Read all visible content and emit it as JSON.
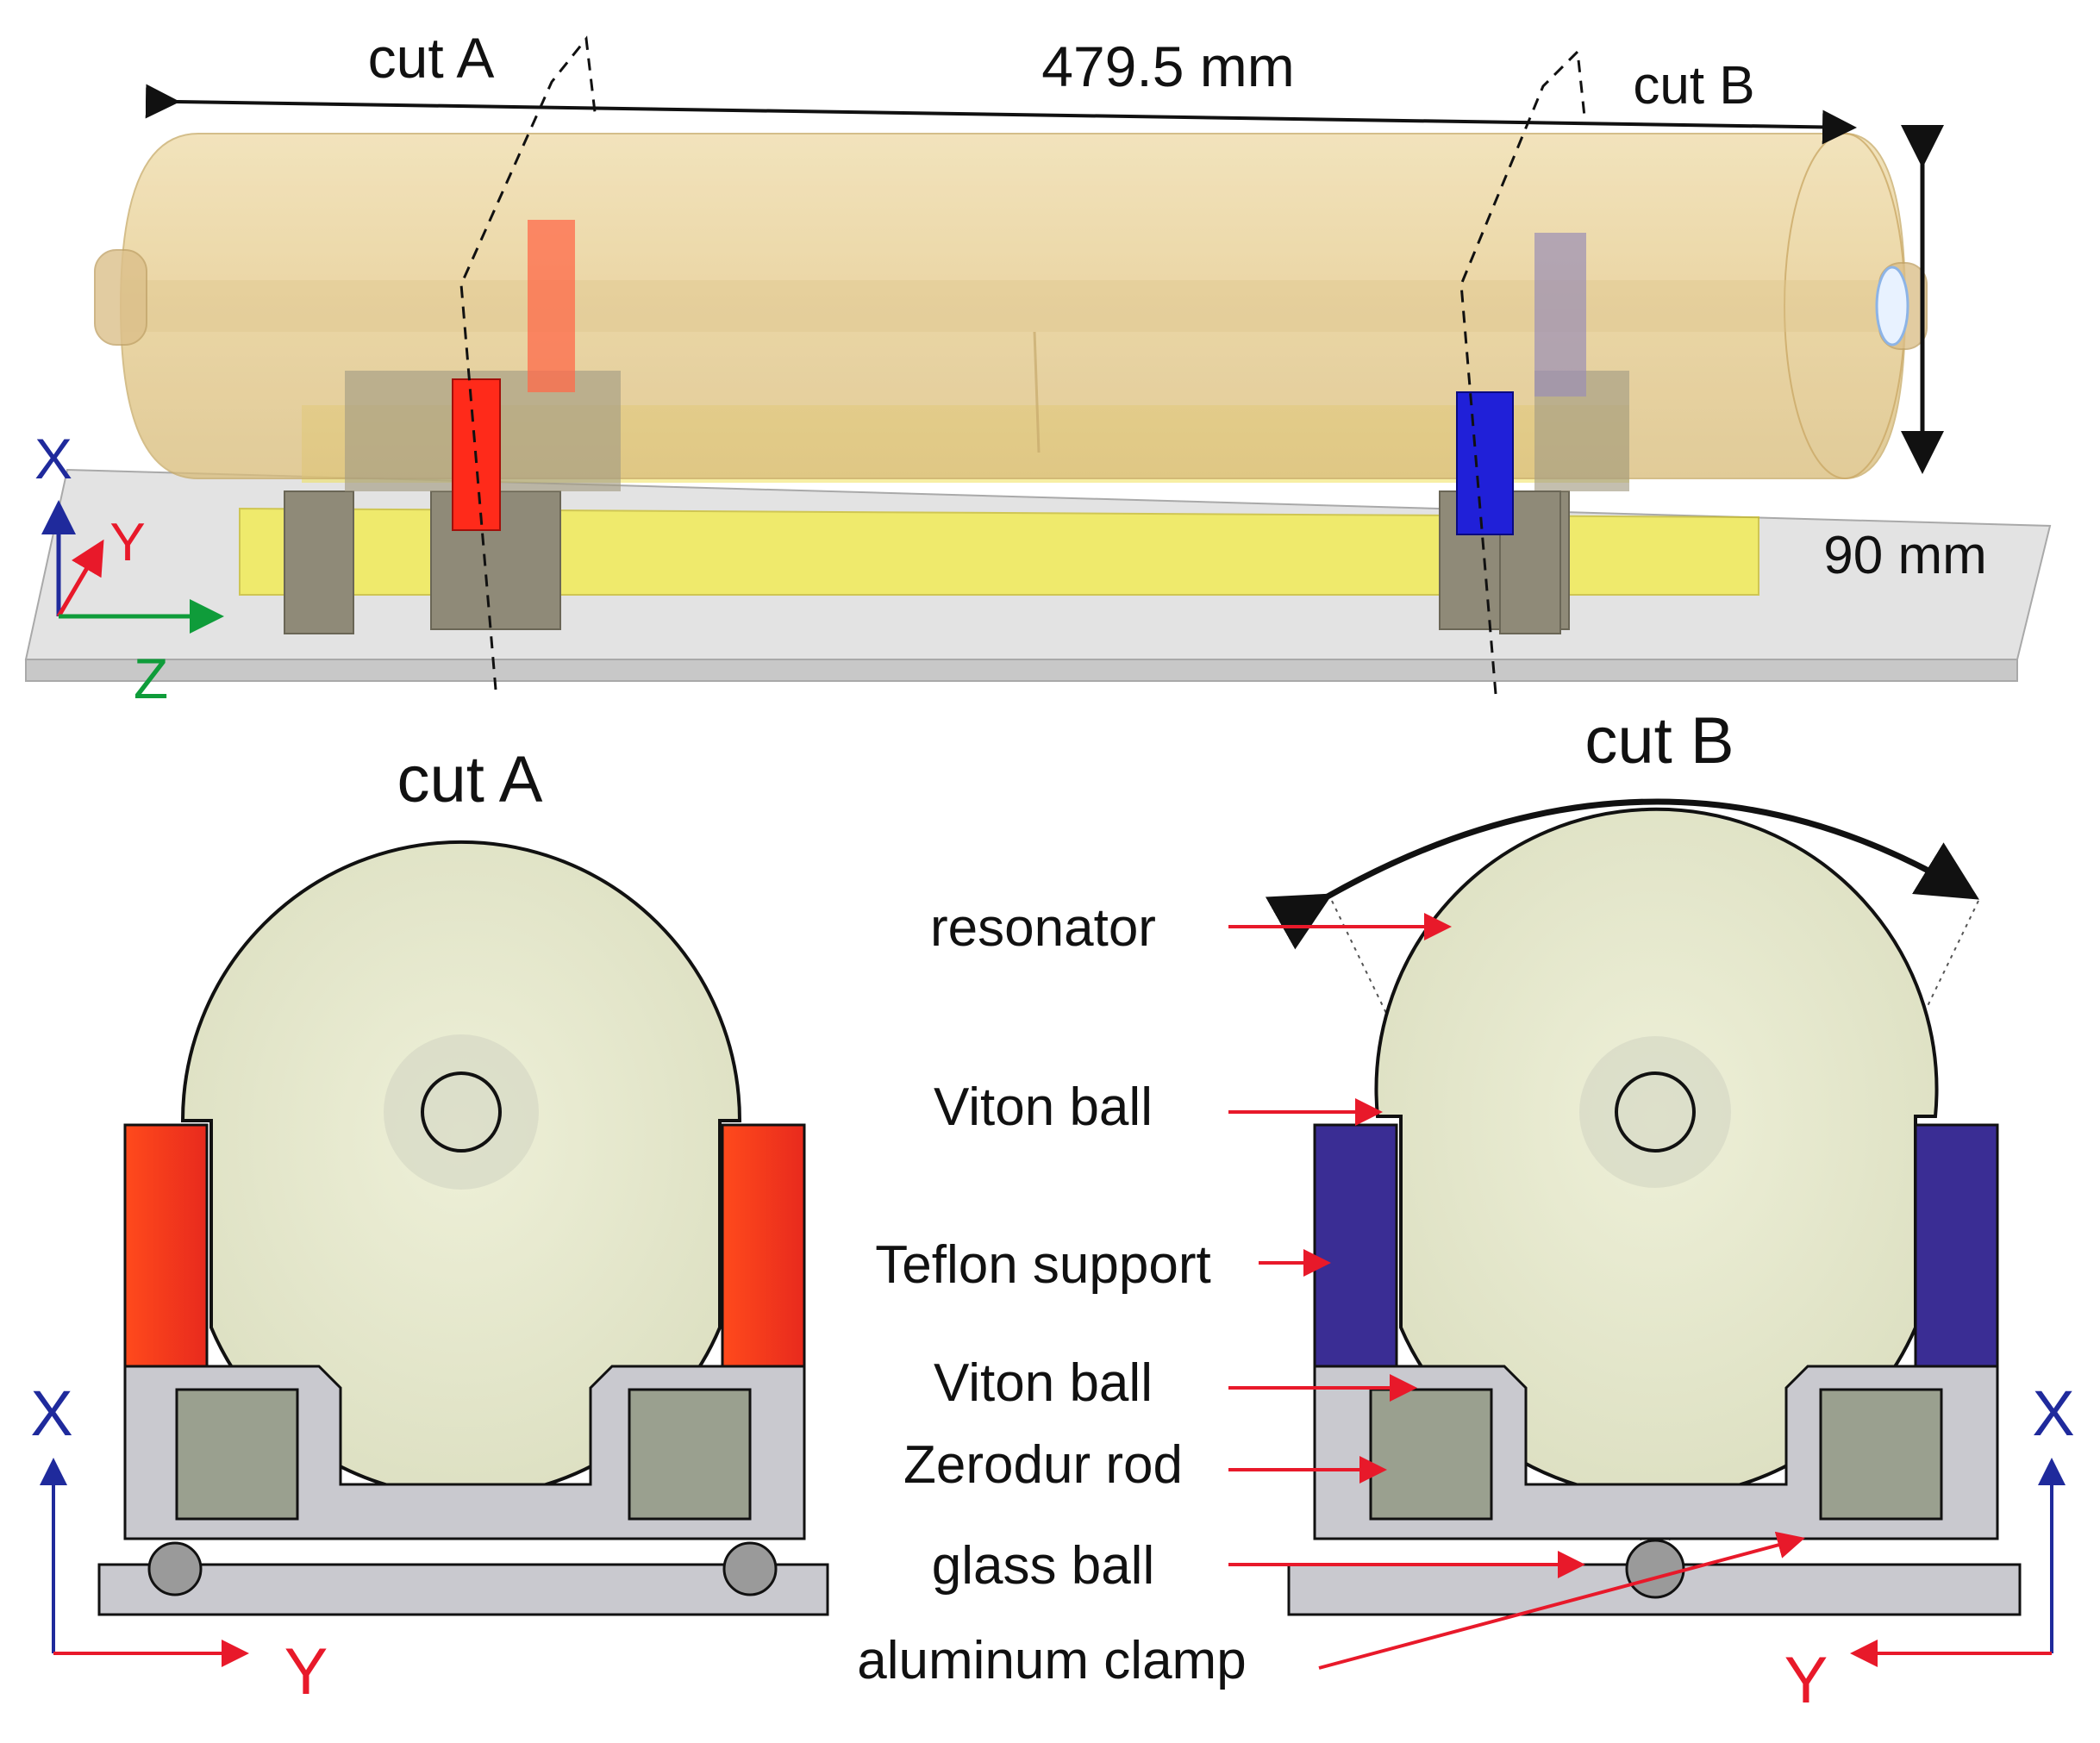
{
  "top_view": {
    "cut_a_label": "cut A",
    "cut_b_label": "cut B",
    "length_label": "479.5 mm",
    "diameter_label": "90 mm",
    "axes": {
      "x": "X",
      "y": "Y",
      "z": "Z"
    }
  },
  "cut_a": {
    "title": "cut A",
    "axes": {
      "x": "X",
      "y": "Y"
    }
  },
  "cut_b": {
    "title": "cut B",
    "axes": {
      "x": "X",
      "y": "Y"
    }
  },
  "callouts": [
    "resonator",
    "Viton ball",
    "Teflon support",
    "Viton ball",
    "Zerodur rod",
    "glass ball",
    "aluminum clamp"
  ],
  "colors": {
    "resonator_body": "#e2c98a",
    "resonator_section": "#e6e8cc",
    "teflon_red": "#ff3b1f",
    "teflon_blue": "#3a2d94",
    "zerodur_rod": "#9aa08f",
    "clamp": "#c9c9cf",
    "baseplate": "#d4d4d9",
    "axis_x": "#1f2a9c",
    "axis_y": "#e8192a",
    "axis_z": "#0f9c3a",
    "callout_arrow": "#e8192a"
  }
}
